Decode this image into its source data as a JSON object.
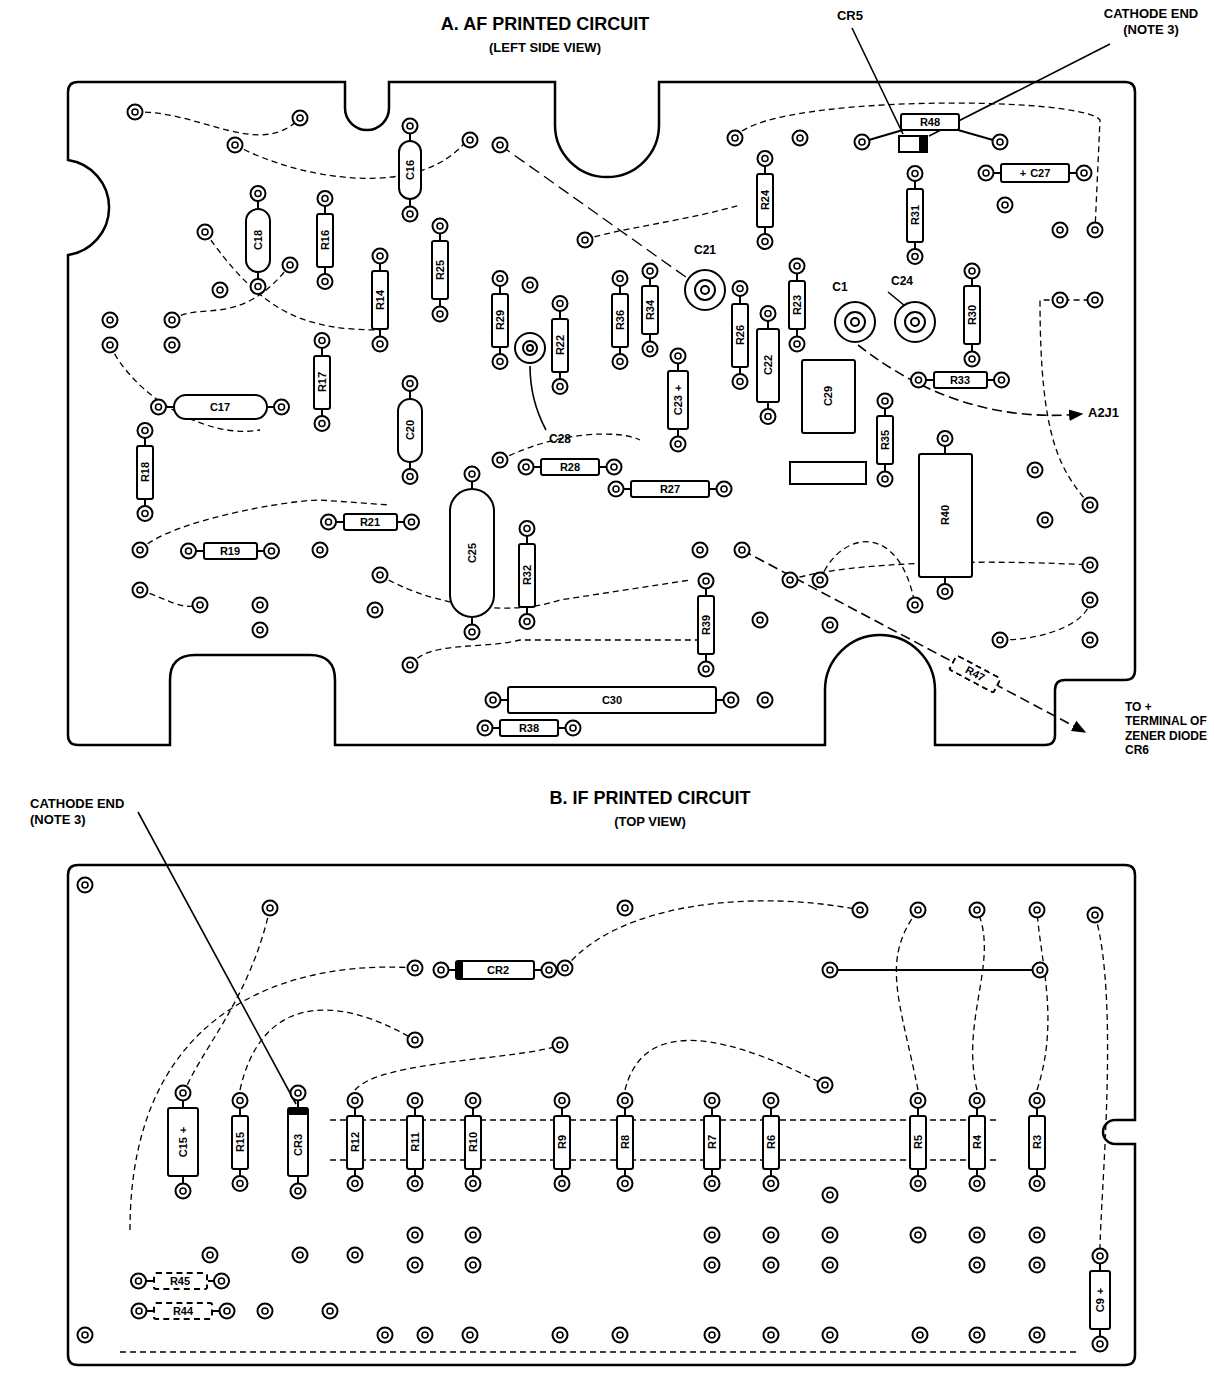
{
  "diagram": {
    "nodes": [
      {
        "text": [
          "R48"
        ]
      },
      {
        "text": [
          "+",
          "C27"
        ]
      },
      {
        "text": [
          "C16"
        ]
      },
      {
        "text": [
          "R24"
        ]
      },
      {
        "text": [
          "R31"
        ]
      },
      {
        "text": [
          "C18"
        ]
      },
      {
        "text": [
          "R16"
        ]
      },
      {
        "text": [
          "R25"
        ]
      },
      {
        "text": [
          "R14"
        ]
      },
      {
        "text": [
          "R29"
        ]
      },
      {
        "text": [
          "R22"
        ]
      },
      {
        "text": [
          "R36"
        ]
      },
      {
        "text": [
          "R34"
        ]
      },
      {
        "text": [
          "R26"
        ]
      },
      {
        "text": [
          "R23"
        ]
      },
      {
        "text": [
          "C22"
        ]
      },
      {
        "text": [
          "R30"
        ]
      },
      {
        "text": [
          "R33"
        ]
      },
      {
        "text": [
          "R17"
        ]
      },
      {
        "text": [
          "C17"
        ]
      },
      {
        "text": [
          "C20"
        ]
      },
      {
        "text": [
          "C23",
          "+"
        ]
      },
      {
        "text": [
          "C29"
        ]
      },
      {
        "text": [
          "R35"
        ]
      },
      {
        "text": [
          "R28"
        ]
      },
      {
        "text": [
          "R40"
        ]
      },
      {
        "text": [
          "R18"
        ]
      },
      {
        "text": [
          "R27"
        ]
      },
      {
        "text": [
          "R21"
        ]
      },
      {
        "text": [
          "R19"
        ]
      },
      {
        "text": [
          "C25"
        ]
      },
      {
        "text": [
          "R32"
        ]
      },
      {
        "text": [
          "R39"
        ]
      },
      {
        "text": [
          "R47"
        ]
      },
      {
        "text": [
          "C30"
        ]
      },
      {
        "text": [
          "R38"
        ]
      },
      {
        "text": [
          "CR2"
        ]
      },
      {
        "text": [
          "C15",
          "+"
        ]
      },
      {
        "text": [
          "R15"
        ]
      },
      {
        "text": [
          "CR3"
        ]
      },
      {
        "text": [
          "R12"
        ]
      },
      {
        "text": [
          "R11"
        ]
      },
      {
        "text": [
          "R10"
        ]
      },
      {
        "text": [
          "R9"
        ]
      },
      {
        "text": [
          "R8"
        ]
      },
      {
        "text": [
          "R7"
        ]
      },
      {
        "text": [
          "R6"
        ]
      },
      {
        "text": [
          "R5"
        ]
      },
      {
        "text": [
          "R4"
        ]
      },
      {
        "text": [
          "R3"
        ]
      },
      {
        "text": [
          "R45"
        ]
      },
      {
        "text": [
          "R44"
        ]
      },
      {
        "text": [
          "C9",
          "+"
        ]
      }
    ],
    "labels": [
      "A. AF PRINTED CIRCUIT",
      "(LEFT SIDE VIEW)",
      "CR5",
      "CATHODE END (NOTE 3)",
      "C21",
      "C1",
      "C24",
      "A2J1",
      "C28",
      "TO + TERMINAL OF ZENER DIODE CR6",
      "B. IF PRINTED CIRCUIT",
      "(TOP VIEW)",
      "CATHODE END (NOTE 3)"
    ]
  }
}
